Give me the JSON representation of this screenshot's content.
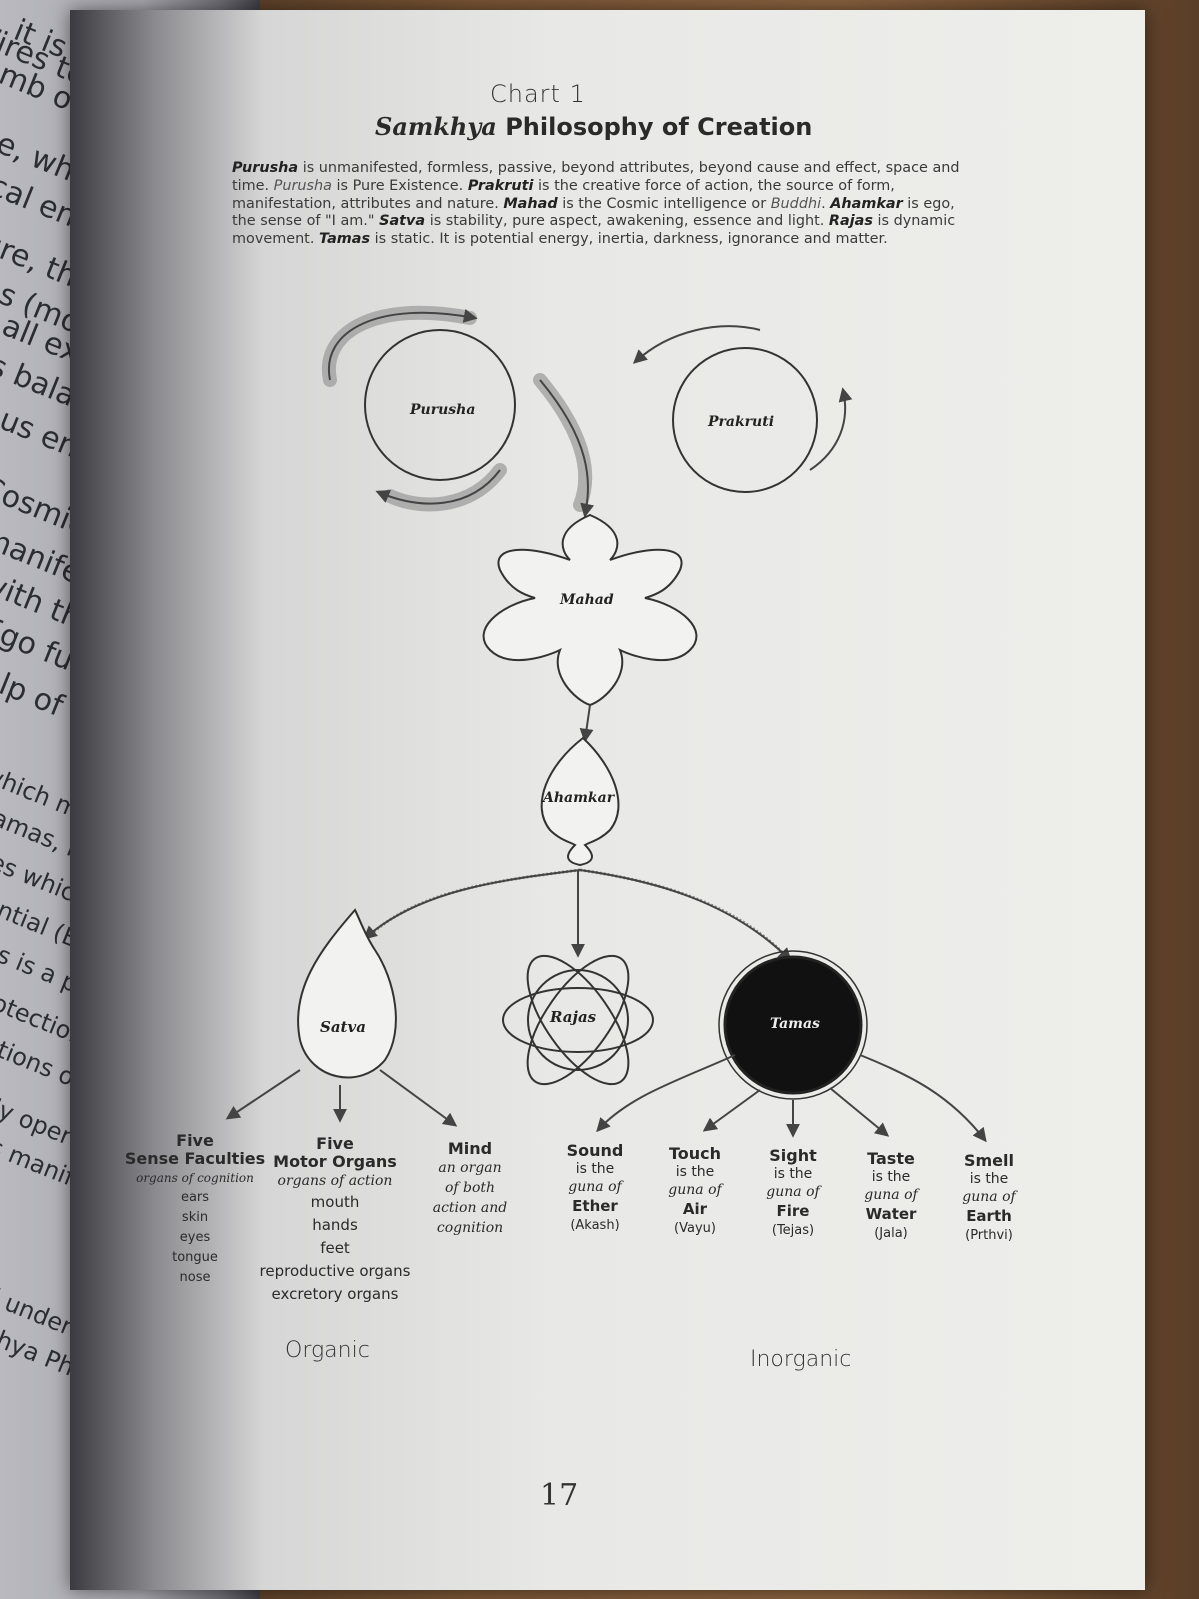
{
  "left_page": {
    "lines": [
      "s, it is aw",
      "sires to becom",
      "omb of Prakruti",
      "se, while Purusha",
      "ical energy con",
      "ure, the evolving",
      "as (movement) a",
      "r all existence",
      "is balance is d",
      "hus engenders",
      "Cosmic Intelle",
      "manifests into",
      "with the help",
      "Ego further m",
      "elp of tamas, to",
      "which move",
      "tamas, respe",
      "ies which re",
      "ential (Brahm",
      "as is a po",
      "rotection (",
      "ations of t",
      "tly opera",
      "is manifes",
      "d under",
      "khya Phil"
    ]
  },
  "header": {
    "chart_num": "Chart 1",
    "title_italic": "Samkhya",
    "title_rest": "Philosophy of Creation"
  },
  "intro": {
    "purusha": "Purusha",
    "t1": " is unmanifested, formless, passive, beyond attributes, beyond cause and effect, space and time. ",
    "purusha2": "Purusha",
    "t2": " is Pure Existence. ",
    "prakruti": "Prakruti",
    "t3": " is the creative force of action, the source of form, manifestation, attributes and nature. ",
    "mahad": "Mahad",
    "t4": " is the Cosmic intelligence or ",
    "buddhi": "Buddhi",
    "t5": ". ",
    "ahamkar": "Ahamkar",
    "t6": " is ego, the sense of \"I am.\" ",
    "satva": "Satva",
    "t7": " is stability, pure aspect, awakening, essence and light. ",
    "rajas": "Rajas",
    "t8": " is dynamic movement. ",
    "tamas": "Tamas",
    "t9": " is static. It is potential energy, inertia, darkness, ignorance and matter."
  },
  "nodes": {
    "purusha": "Purusha",
    "prakruti": "Prakruti",
    "mahad": "Mahad",
    "ahamkar": "Ahamkar",
    "satva": "Satva",
    "rajas": "Rajas",
    "tamas": "Tamas"
  },
  "columns": {
    "sense": {
      "h1": "Five",
      "h2": "Sense Faculties",
      "sub": "organs of cognition",
      "rows": [
        "ears",
        "skin",
        "eyes",
        "tongue",
        "nose"
      ]
    },
    "motor": {
      "h1": "Five",
      "h2": "Motor Organs",
      "sub": "organs of action",
      "rows": [
        "mouth",
        "hands",
        "feet",
        "reproductive organs",
        "excretory organs"
      ]
    },
    "mind": {
      "h": "Mind",
      "s1": "an organ",
      "s2": "of both",
      "s3": "action and",
      "s4": "cognition"
    },
    "elements": [
      {
        "h": "Sound",
        "a": "is the",
        "b": "guna of",
        "el": "Ether",
        "sk": "(Akash)"
      },
      {
        "h": "Touch",
        "a": "is the",
        "b": "guna of",
        "el": "Air",
        "sk": "(Vayu)"
      },
      {
        "h": "Sight",
        "a": "is the",
        "b": "guna of",
        "el": "Fire",
        "sk": "(Tejas)"
      },
      {
        "h": "Taste",
        "a": "is the",
        "b": "guna of",
        "el": "Water",
        "sk": "(Jala)"
      },
      {
        "h": "Smell",
        "a": "is the",
        "b": "guna of",
        "el": "Earth",
        "sk": "(Prthvi)"
      }
    ]
  },
  "groups": {
    "organic": "Organic",
    "inorganic": "Inorganic"
  },
  "page_number": "17"
}
